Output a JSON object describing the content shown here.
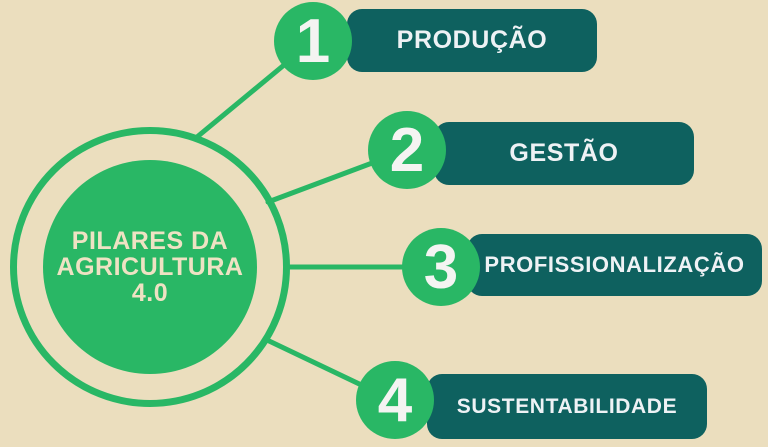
{
  "colors": {
    "background": "#ebdebe",
    "green": "#29b765",
    "teal": "#0e615f",
    "center_text": "#eee2c3",
    "bar_text": "#eef2f5"
  },
  "center": {
    "line1": "PILARES DA",
    "line2": "AGRICULTURA",
    "line3": "4.0"
  },
  "items": [
    {
      "number": "1",
      "label": "PRODUÇÃO"
    },
    {
      "number": "2",
      "label": "GESTÃO"
    },
    {
      "number": "3",
      "label": "PROFISSIONALIZAÇÃO"
    },
    {
      "number": "4",
      "label": "SUSTENTABILIDADE"
    }
  ]
}
